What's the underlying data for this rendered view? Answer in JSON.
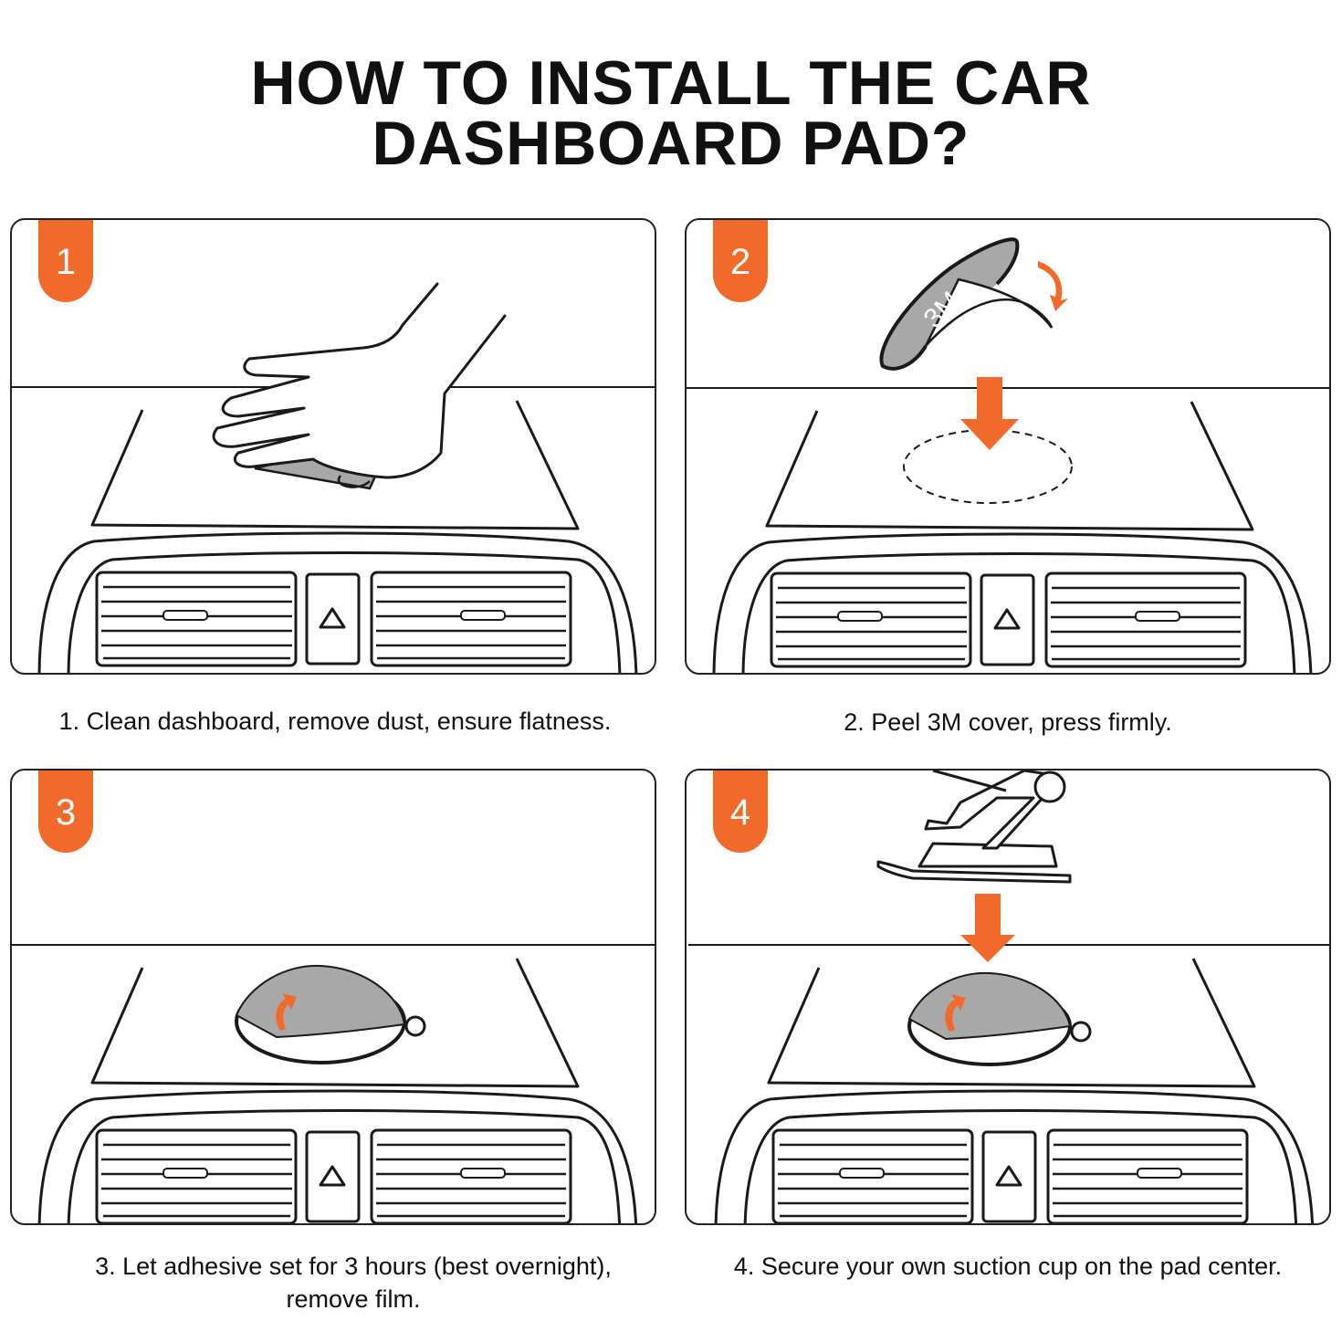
{
  "title": {
    "line1": "HOW TO INSTALL THE CAR",
    "line2": "DASHBOARD PAD?"
  },
  "colors": {
    "accent": "#f26a2a",
    "outline": "#1a1a1a",
    "pad_gray": "#a8a8a8"
  },
  "steps": [
    {
      "number": "1",
      "caption": "1. Clean dashboard, remove dust, ensure flatness.",
      "illustration": "hand-wiping-dashboard"
    },
    {
      "number": "2",
      "caption": "2. Peel 3M cover, press firmly.",
      "illustration": "peel-3m-pad",
      "pad_label": "3M"
    },
    {
      "number": "3",
      "caption_line1": "3. Let adhesive set for 3 hours (best overnight),",
      "caption_line2": "remove film.",
      "illustration": "remove-film"
    },
    {
      "number": "4",
      "caption": "4. Secure your own suction cup on the pad center.",
      "illustration": "attach-suction-cup"
    }
  ]
}
